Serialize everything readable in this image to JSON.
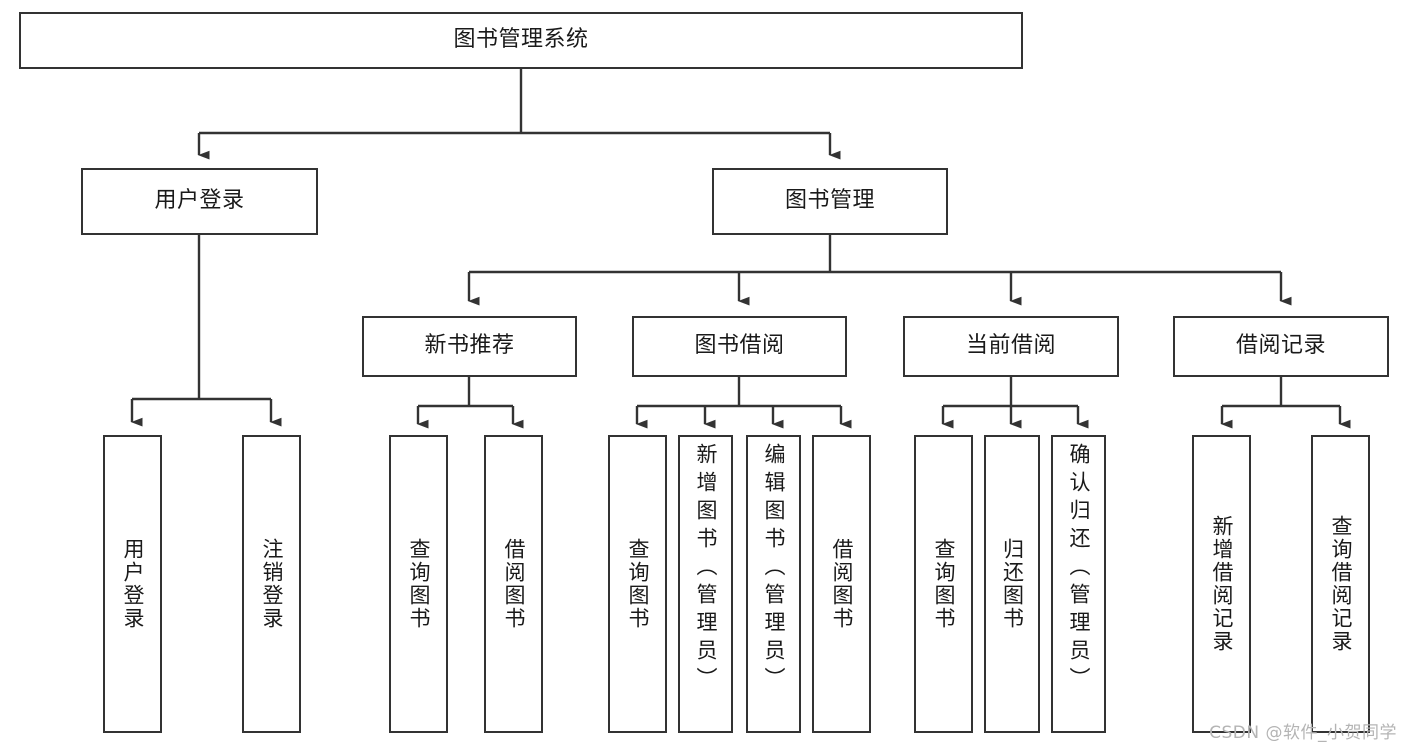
{
  "diagram": {
    "type": "tree-hierarchy-chart",
    "title": "图书管理系统",
    "colors": {
      "box_border": "#333333",
      "box_fill": "#ffffff",
      "edge": "#333333",
      "text": "#1a1a1a",
      "watermark": "#b4b4b4",
      "background": "#ffffff"
    },
    "root": {
      "label": "图书管理系统"
    },
    "level2": [
      {
        "label": "用户登录"
      },
      {
        "label": "图书管理"
      }
    ],
    "level3": [
      {
        "label": "新书推荐"
      },
      {
        "label": "图书借阅"
      },
      {
        "label": "当前借阅"
      },
      {
        "label": "借阅记录"
      }
    ],
    "leaves": {
      "user_login": [
        {
          "label": "用户登录"
        },
        {
          "label": "注销登录"
        }
      ],
      "new_book_recommend": [
        {
          "label": "查询图书"
        },
        {
          "label": "借阅图书"
        }
      ],
      "book_borrow": [
        {
          "label": "查询图书"
        },
        {
          "label": "新增图书（管理员）"
        },
        {
          "label": "编辑图书（管理员）"
        },
        {
          "label": "借阅图书"
        }
      ],
      "current_borrow": [
        {
          "label": "查询图书"
        },
        {
          "label": "归还图书"
        },
        {
          "label": "确认归还（管理员）"
        }
      ],
      "borrow_record": [
        {
          "label": "新增借阅记录"
        },
        {
          "label": "查询借阅记录"
        }
      ]
    },
    "watermark": "CSDN @软件_小贺同学"
  }
}
